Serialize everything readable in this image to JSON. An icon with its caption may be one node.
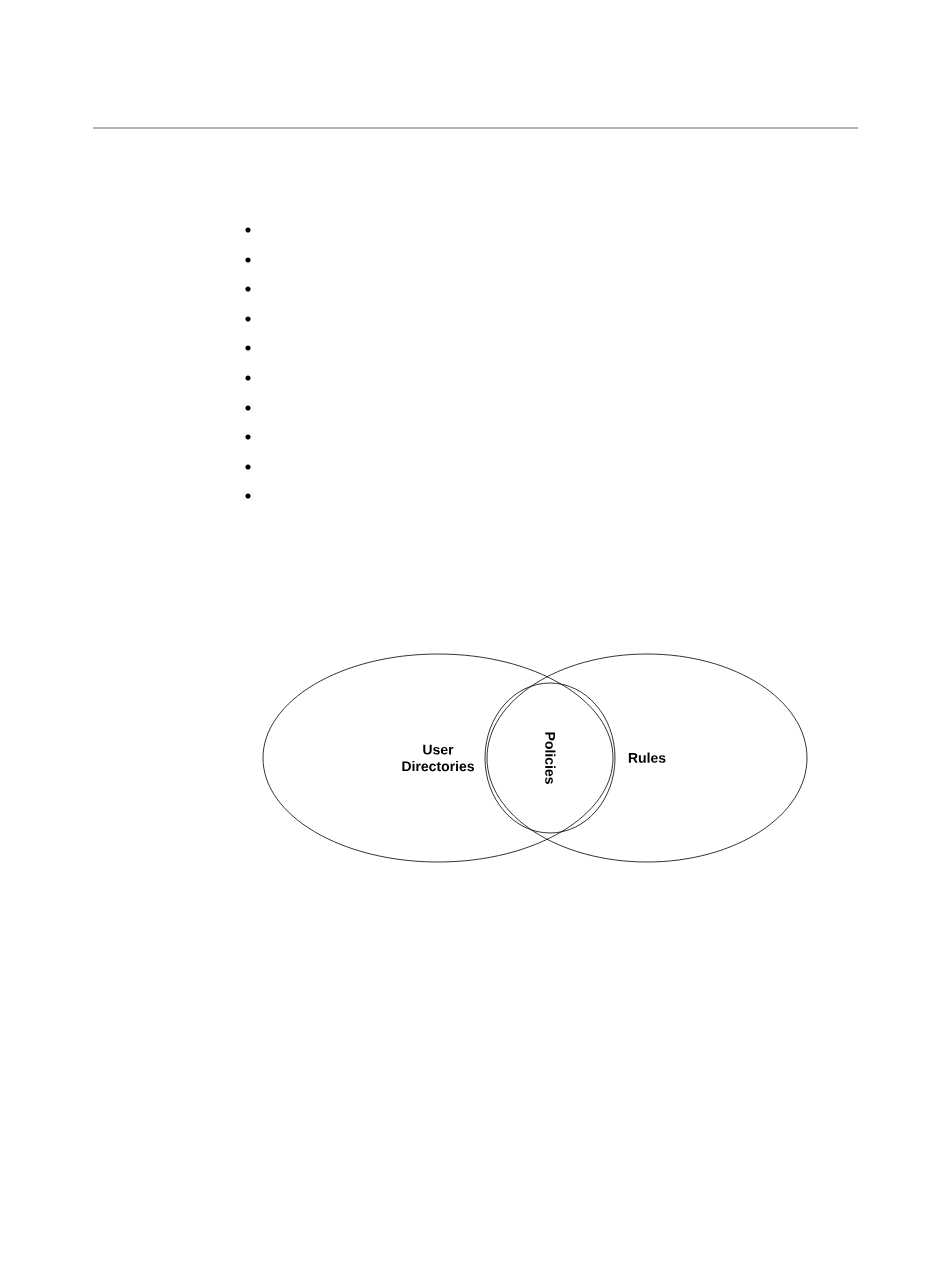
{
  "diagram": {
    "nodes": [
      {
        "text": [
          "User Directories"
        ]
      },
      {
        "text": [
          "Rules"
        ]
      },
      {
        "text": [
          "Policies"
        ]
      }
    ]
  }
}
